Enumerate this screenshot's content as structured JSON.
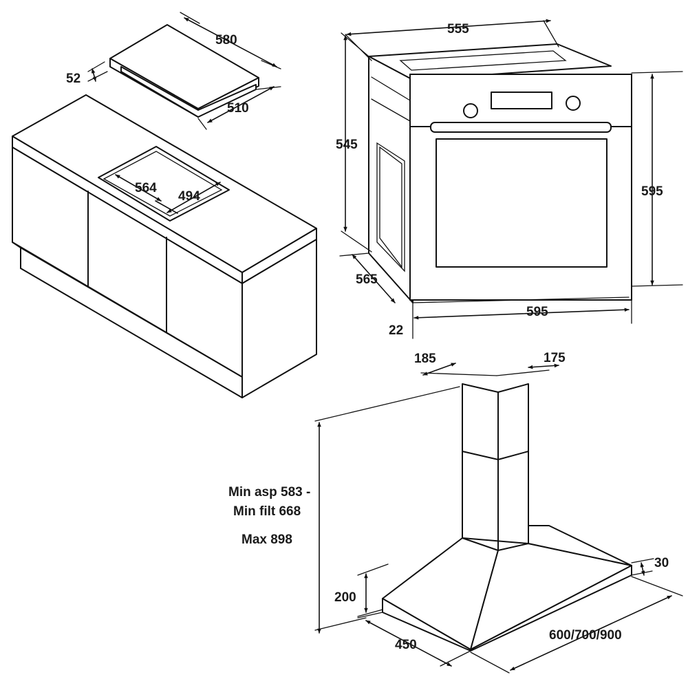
{
  "hob": {
    "width": "580",
    "depth": "510",
    "height": "52",
    "cutout_width": "564",
    "cutout_depth": "494"
  },
  "oven": {
    "top_depth": "555",
    "inner_height": "545",
    "height": "595",
    "side_depth": "565",
    "front_width": "595",
    "front_offset": "22"
  },
  "hood": {
    "chimney_width": "185",
    "chimney_depth": "175",
    "height_line1": "Min asp 583 -",
    "height_line2": "Min filt 668",
    "height_line3": "Max 898",
    "canopy_height": "200",
    "rim_height": "30",
    "depth": "450",
    "widths": "600/700/900"
  }
}
